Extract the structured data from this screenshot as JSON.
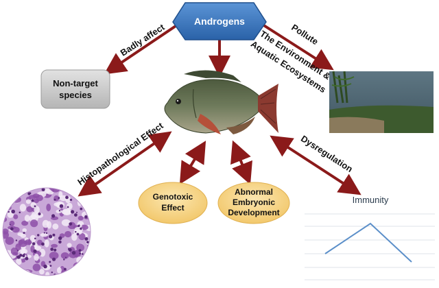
{
  "nodes": {
    "androgens": "Androgens",
    "non_target_line1": "Non-target",
    "non_target_line2": "species",
    "genotoxic_line1": "Genotoxic",
    "genotoxic_line2": "Effect",
    "abnormal_line1": "Abnormal",
    "abnormal_line2": "Embryonic",
    "abnormal_line3": "Development",
    "immunity": "Immunity"
  },
  "edges": {
    "badly_affect": "Badly affect",
    "pollute": "Pollute",
    "environment_line1": "The Environment &",
    "environment_line2": "Aquatic Ecosystems",
    "histopathological": "Histopathological Effect",
    "dysregulation": "Dysregulation"
  },
  "colors": {
    "hexagon": "#2f6db3",
    "arrow": "#8b1a1a",
    "grey_box": "#c9c9c9",
    "ellipse": "#f7d58c",
    "immunity_line": "#5b8fc9"
  },
  "icons": [
    "fish-image",
    "lake-photo",
    "histology-tissue-image",
    "immunity-line-graph"
  ]
}
